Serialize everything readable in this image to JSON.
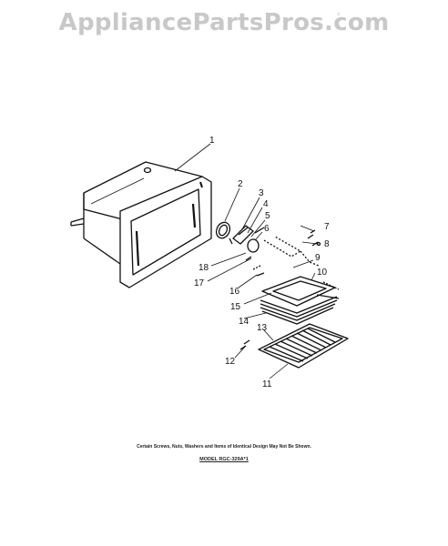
{
  "watermark": {
    "text": "AppliancePartsPros.com"
  },
  "callouts": {
    "c1": "1",
    "c2": "2",
    "c3": "3",
    "c4": "4",
    "c5": "5",
    "c6": "6",
    "c7": "7",
    "c8": "8",
    "c9": "9",
    "c10": "10",
    "c11": "11",
    "c12": "12",
    "c13": "13",
    "c14": "14",
    "c15": "15",
    "c16": "16",
    "c17": "17",
    "c18": "18"
  },
  "footnote": {
    "text": "Certain Screws, Nuts, Washers and Items of Identical Design May Not Be Shown."
  },
  "model": {
    "text": "MODEL RGC-329A*1"
  }
}
